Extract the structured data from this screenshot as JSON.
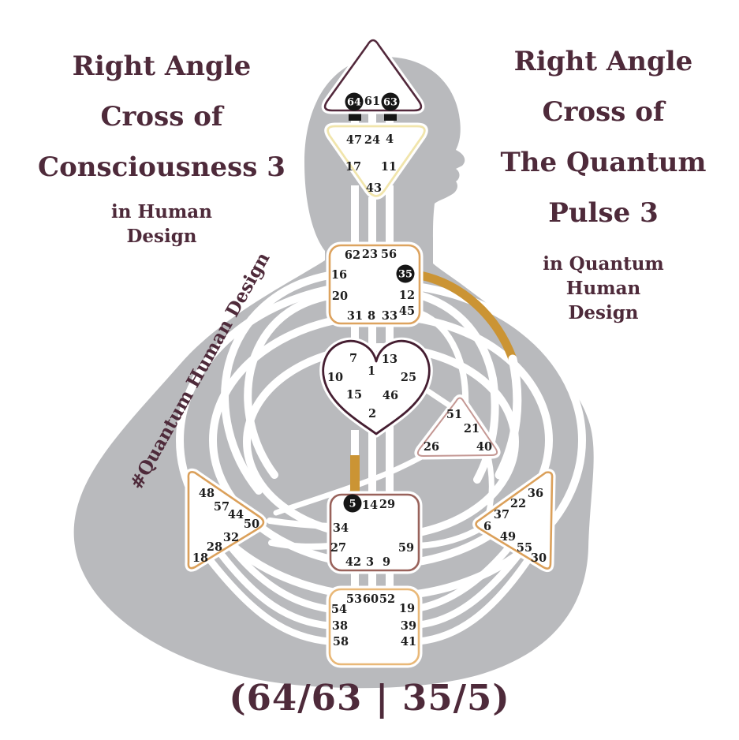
{
  "title_left": {
    "line1": "Right Angle",
    "line2": "Cross of",
    "line3": "Consciousness 3",
    "sub1": "in Human",
    "sub2": "Design"
  },
  "title_right": {
    "line1": "Right Angle",
    "line2": "Cross of",
    "line3": "The Quantum",
    "line4": "Pulse 3",
    "sub1": "in Quantum",
    "sub2": "Human",
    "sub3": "Design"
  },
  "watermark": "#Quantum Human Design",
  "cross_notation": "(64/63 | 35/5)",
  "colors": {
    "text_maroon": "#4e2a3a",
    "silhouette_gray": "#b9babd",
    "channel_gold": "#cb9434",
    "gate_filled_black": "#161616",
    "head_outline": "#52283b",
    "ajna_outline": "#f1e5ac",
    "throat_outline": "#dda35f",
    "g_center_outline": "#451e31",
    "will_outline": "#c49793",
    "spleen_outline": "#dba05a",
    "sacral_outline": "#99625b",
    "solar_plexus_outline": "#dba05a",
    "root_outline": "#e9b878"
  },
  "filled_gates": [
    "64",
    "63",
    "35",
    "5"
  ],
  "bodygraph": {
    "centers": [
      {
        "name": "head",
        "gates": [
          {
            "n": "64",
            "filled": true
          },
          {
            "n": "61",
            "filled": false
          },
          {
            "n": "63",
            "filled": true
          }
        ]
      },
      {
        "name": "ajna",
        "gates": [
          {
            "n": "47",
            "filled": false
          },
          {
            "n": "24",
            "filled": false
          },
          {
            "n": "4",
            "filled": false
          },
          {
            "n": "17",
            "filled": false
          },
          {
            "n": "11",
            "filled": false
          },
          {
            "n": "43",
            "filled": false
          }
        ]
      },
      {
        "name": "throat",
        "gates": [
          {
            "n": "62",
            "filled": false
          },
          {
            "n": "23",
            "filled": false
          },
          {
            "n": "56",
            "filled": false
          },
          {
            "n": "16",
            "filled": false
          },
          {
            "n": "35",
            "filled": true
          },
          {
            "n": "20",
            "filled": false
          },
          {
            "n": "12",
            "filled": false
          },
          {
            "n": "31",
            "filled": false
          },
          {
            "n": "8",
            "filled": false
          },
          {
            "n": "33",
            "filled": false
          },
          {
            "n": "45",
            "filled": false
          }
        ]
      },
      {
        "name": "g-center",
        "gates": [
          {
            "n": "7",
            "filled": false
          },
          {
            "n": "13",
            "filled": false
          },
          {
            "n": "1",
            "filled": false
          },
          {
            "n": "10",
            "filled": false
          },
          {
            "n": "25",
            "filled": false
          },
          {
            "n": "15",
            "filled": false
          },
          {
            "n": "46",
            "filled": false
          },
          {
            "n": "2",
            "filled": false
          }
        ]
      },
      {
        "name": "will",
        "gates": [
          {
            "n": "51",
            "filled": false
          },
          {
            "n": "21",
            "filled": false
          },
          {
            "n": "26",
            "filled": false
          },
          {
            "n": "40",
            "filled": false
          }
        ]
      },
      {
        "name": "spleen",
        "gates": [
          {
            "n": "48",
            "filled": false
          },
          {
            "n": "57",
            "filled": false
          },
          {
            "n": "44",
            "filled": false
          },
          {
            "n": "50",
            "filled": false
          },
          {
            "n": "32",
            "filled": false
          },
          {
            "n": "28",
            "filled": false
          },
          {
            "n": "18",
            "filled": false
          }
        ]
      },
      {
        "name": "sacral",
        "gates": [
          {
            "n": "5",
            "filled": true
          },
          {
            "n": "14",
            "filled": false
          },
          {
            "n": "29",
            "filled": false
          },
          {
            "n": "34",
            "filled": false
          },
          {
            "n": "27",
            "filled": false
          },
          {
            "n": "59",
            "filled": false
          },
          {
            "n": "42",
            "filled": false
          },
          {
            "n": "3",
            "filled": false
          },
          {
            "n": "9",
            "filled": false
          }
        ]
      },
      {
        "name": "solar-plexus",
        "gates": [
          {
            "n": "36",
            "filled": false
          },
          {
            "n": "22",
            "filled": false
          },
          {
            "n": "37",
            "filled": false
          },
          {
            "n": "6",
            "filled": false
          },
          {
            "n": "49",
            "filled": false
          },
          {
            "n": "55",
            "filled": false
          },
          {
            "n": "30",
            "filled": false
          }
        ]
      },
      {
        "name": "root",
        "gates": [
          {
            "n": "53",
            "filled": false
          },
          {
            "n": "60",
            "filled": false
          },
          {
            "n": "52",
            "filled": false
          },
          {
            "n": "54",
            "filled": false
          },
          {
            "n": "19",
            "filled": false
          },
          {
            "n": "38",
            "filled": false
          },
          {
            "n": "39",
            "filled": false
          },
          {
            "n": "58",
            "filled": false
          },
          {
            "n": "41",
            "filled": false
          }
        ]
      }
    ]
  }
}
